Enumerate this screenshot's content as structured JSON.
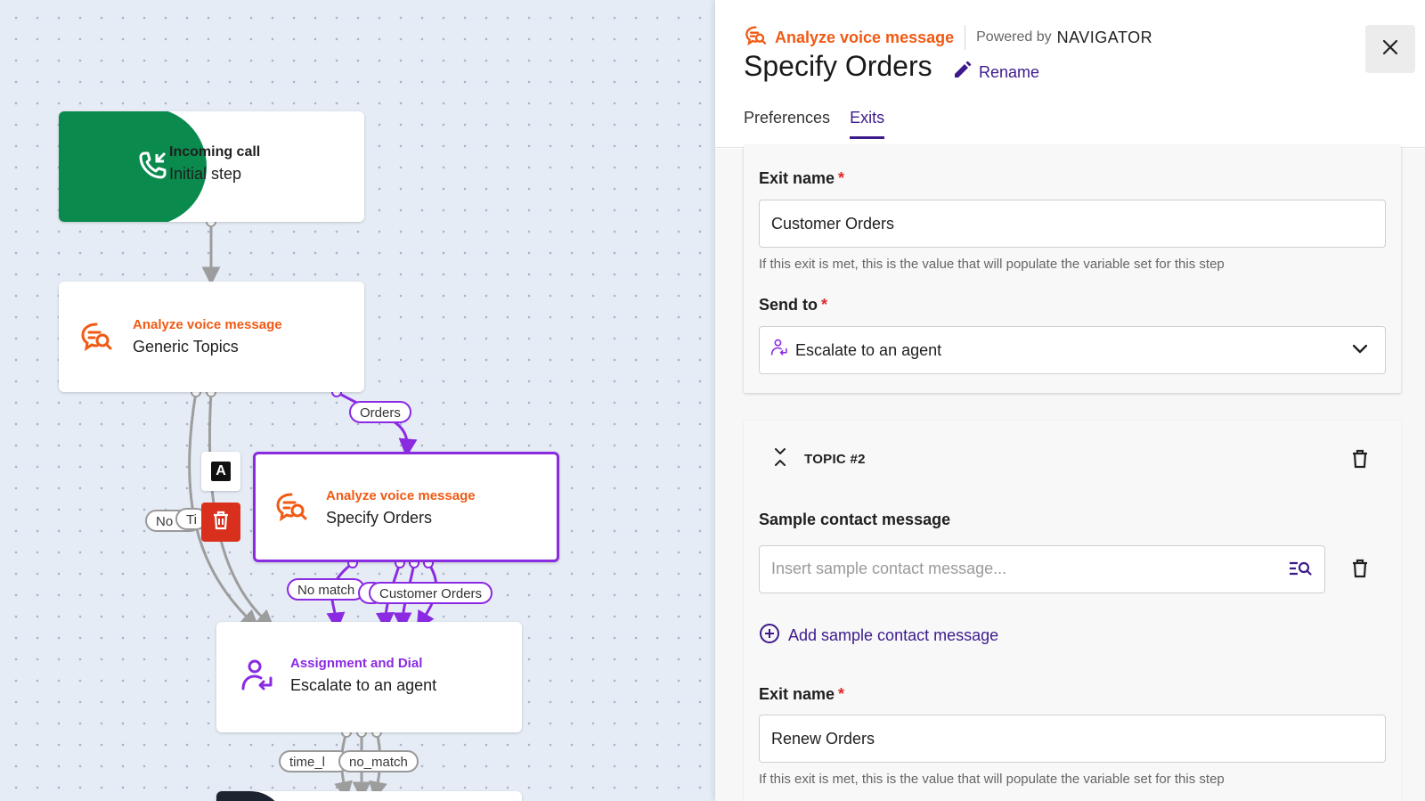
{
  "canvas": {
    "nodes": {
      "incoming": {
        "kicker": "Incoming call",
        "title": "Initial step"
      },
      "generic": {
        "kicker": "Analyze voice message",
        "title": "Generic Topics"
      },
      "specify": {
        "kicker": "Analyze voice message",
        "title": "Specify Orders"
      },
      "assign": {
        "kicker": "Assignment and Dial",
        "title": "Escalate to an agent"
      }
    },
    "wire_labels": {
      "orders": "Orders",
      "no_left": "No",
      "ti_left": "Ti",
      "no_match": "No match",
      "customer_orders": "Customer Orders",
      "time_l": "time_l",
      "no_match_lower": "no_match"
    },
    "tools": {
      "text_tool": "A"
    }
  },
  "panel": {
    "kicker": "Analyze voice message",
    "powered_by": "Powered by",
    "brand": "NAVIGATOR",
    "title": "Specify Orders",
    "rename": "Rename",
    "tabs": [
      {
        "label": "Preferences",
        "active": false
      },
      {
        "label": "Exits",
        "active": true
      }
    ],
    "exit_1": {
      "exit_name_label": "Exit name",
      "required_mark": "*",
      "exit_name_value": "Customer Orders",
      "helper": "If this exit is met, this is the value that will populate the variable set for this step",
      "send_to_label": "Send to",
      "send_to_value": "Escalate to an agent"
    },
    "topic_2": {
      "topic_label": "TOPIC #2",
      "sample_label": "Sample contact message",
      "sample_placeholder": "Insert sample contact message...",
      "add_sample": "Add sample contact message",
      "exit_name_label": "Exit name",
      "required_mark": "*",
      "exit_name_value": "Renew Orders",
      "helper": "If this exit is met, this is the value that will populate the variable set for this step"
    }
  },
  "colors": {
    "accent_orange": "#f05a14",
    "accent_purple": "#8a2be2",
    "brand_indigo": "#3d1a8c",
    "start_green": "#0a8a4c",
    "delete_red": "#d9301e"
  },
  "icons": {
    "incoming": "phone-incoming-icon",
    "analyze": "chat-search-icon",
    "assign": "person-arrow-icon",
    "close": "close-icon",
    "rename": "pencil-icon",
    "delete": "trash-icon",
    "collapse": "chevron-collapse-icon",
    "dropdown": "chevron-down-icon",
    "add": "plus-circle-icon",
    "search_list": "list-search-icon"
  }
}
